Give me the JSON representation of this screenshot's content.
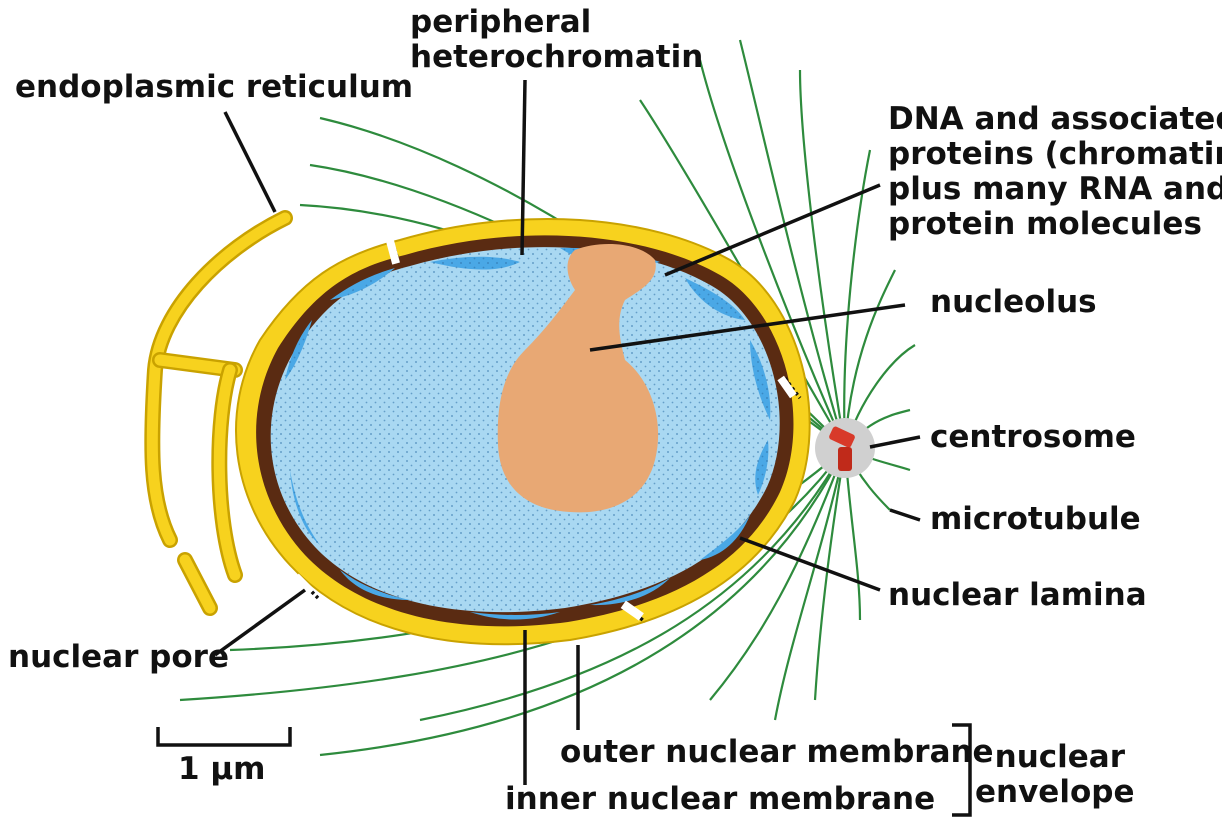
{
  "labels": {
    "peripheral_heterochromatin": "peripheral\nheterochromatin",
    "endoplasmic_reticulum": "endoplasmic reticulum",
    "chromatin": "DNA and associated\nproteins (chromatin),\nplus many RNA and\nprotein molecules",
    "nucleolus": "nucleolus",
    "centrosome": "centrosome",
    "microtubule": "microtubule",
    "nuclear_lamina": "nuclear lamina",
    "nuclear_pore": "nuclear pore",
    "outer_nuclear_membrane": "outer nuclear membrane",
    "inner_nuclear_membrane": "inner nuclear membrane",
    "nuclear_envelope": "nuclear\nenvelope",
    "scale_bar": "1 μm"
  },
  "colors": {
    "membrane_yellow": "#f7d21e",
    "membrane_outline": "#c9a200",
    "lamina_brown": "#5a2b12",
    "nucleoplasm": "#a9d8f2",
    "heterochromatin": "#4aa8e6",
    "nucleolus": "#e8a874",
    "microtubule": "#2e8b3d",
    "centrosome_halo": "#d0d0d0",
    "centriole": "#d83a2a"
  }
}
